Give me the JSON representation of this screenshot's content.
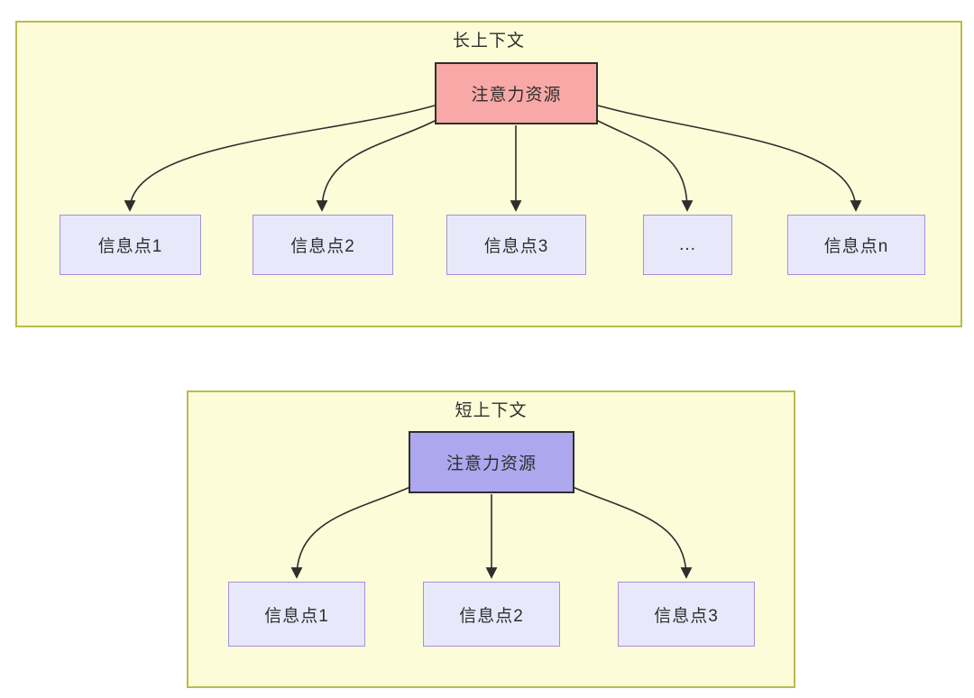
{
  "colors": {
    "panel_fill": "#FCFCD9",
    "panel_border": "#BBBB4D",
    "attention_long_fill": "#F9A8A8",
    "attention_short_fill": "#ADA7EE",
    "attention_border": "#2e2e2e",
    "info_fill": "#E8E8FB",
    "info_border": "#A78FD9",
    "arrow": "#2e2e2e",
    "text": "#2e2e2e"
  },
  "diagrams": [
    {
      "title": "长上下文",
      "attention_label": "注意力资源",
      "nodes": [
        "信息点1",
        "信息点2",
        "信息点3",
        "...",
        "信息点n"
      ]
    },
    {
      "title": "短上下文",
      "attention_label": "注意力资源",
      "nodes": [
        "信息点1",
        "信息点2",
        "信息点3"
      ]
    }
  ]
}
